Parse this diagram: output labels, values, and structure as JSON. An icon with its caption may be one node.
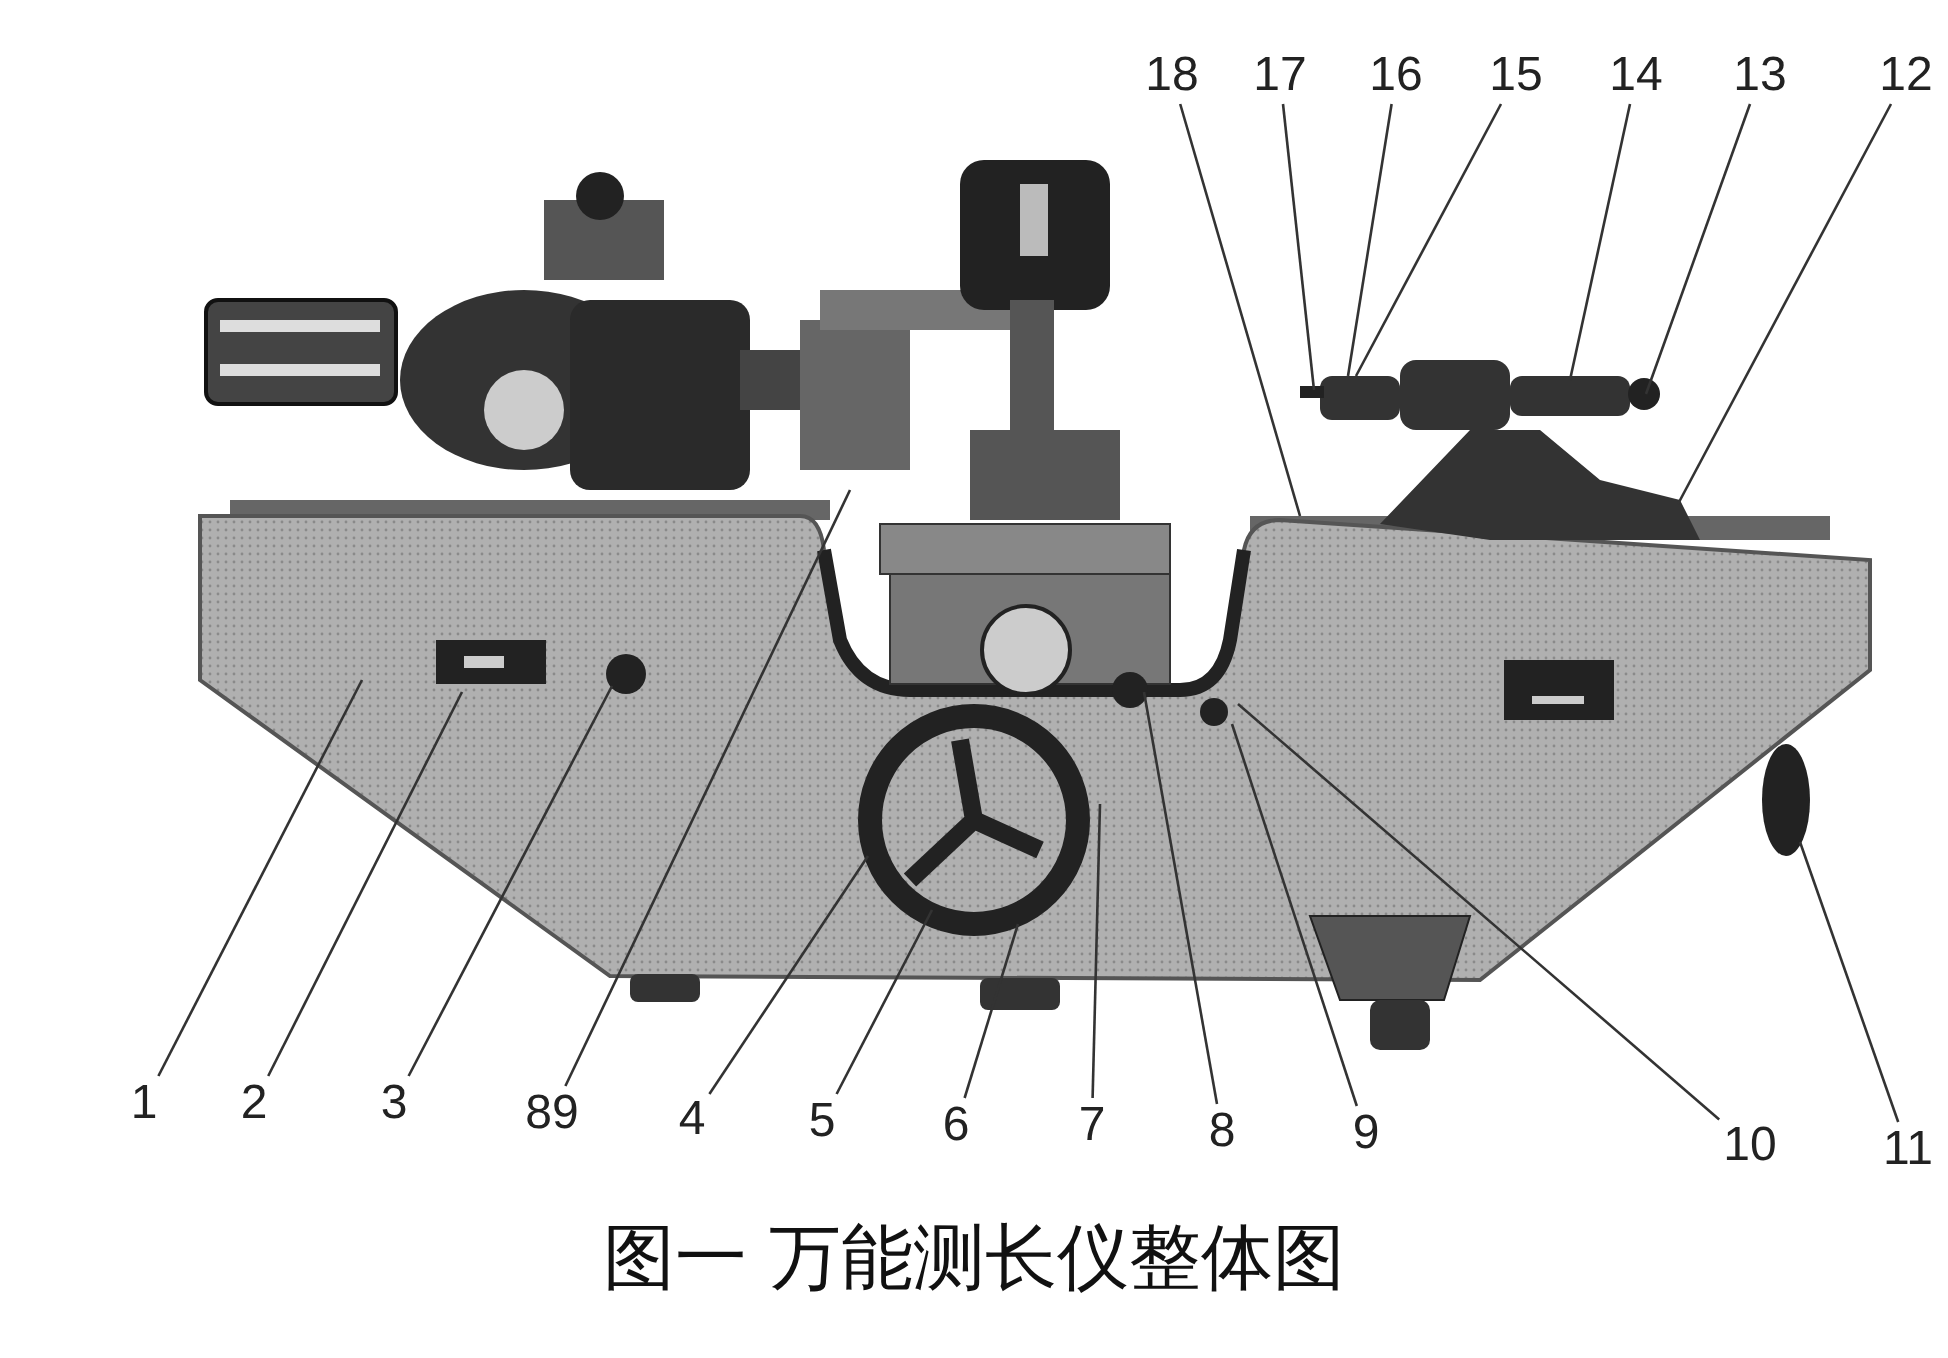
{
  "diagram": {
    "caption": "图一 万能测长仪整体图",
    "nodes": [
      {
        "text": [
          "18"
        ]
      },
      {
        "text": [
          "17"
        ]
      },
      {
        "text": [
          "16"
        ]
      },
      {
        "text": [
          "15"
        ]
      },
      {
        "text": [
          "14"
        ]
      },
      {
        "text": [
          "13"
        ]
      },
      {
        "text": [
          "12"
        ]
      },
      {
        "text": [
          "1"
        ]
      },
      {
        "text": [
          "2"
        ]
      },
      {
        "text": [
          "3"
        ]
      },
      {
        "text": [
          "89"
        ]
      },
      {
        "text": [
          "4"
        ]
      },
      {
        "text": [
          "5"
        ]
      },
      {
        "text": [
          "6"
        ]
      },
      {
        "text": [
          "7"
        ]
      },
      {
        "text": [
          "8"
        ]
      },
      {
        "text": [
          "9"
        ]
      },
      {
        "text": [
          "10"
        ]
      },
      {
        "text": [
          "11"
        ]
      }
    ],
    "edges": [
      {
        "from": 0,
        "to": null,
        "arrow": "none"
      },
      {
        "from": 1,
        "to": null,
        "arrow": "none"
      },
      {
        "from": 2,
        "to": null,
        "arrow": "none"
      },
      {
        "from": 3,
        "to": null,
        "arrow": "none"
      },
      {
        "from": 4,
        "to": null,
        "arrow": "none"
      },
      {
        "from": 5,
        "to": null,
        "arrow": "none"
      },
      {
        "from": 6,
        "to": null,
        "arrow": "none"
      },
      {
        "from": 7,
        "to": null,
        "arrow": "none"
      },
      {
        "from": 8,
        "to": null,
        "arrow": "none"
      },
      {
        "from": 9,
        "to": null,
        "arrow": "none"
      },
      {
        "from": 10,
        "to": null,
        "arrow": "none"
      },
      {
        "from": 11,
        "to": null,
        "arrow": "none"
      },
      {
        "from": 12,
        "to": null,
        "arrow": "none"
      },
      {
        "from": 13,
        "to": null,
        "arrow": "none"
      },
      {
        "from": 14,
        "to": null,
        "arrow": "none"
      },
      {
        "from": 15,
        "to": null,
        "arrow": "none"
      },
      {
        "from": 16,
        "to": null,
        "arrow": "none"
      },
      {
        "from": 17,
        "to": null,
        "arrow": "none"
      },
      {
        "from": 18,
        "to": null,
        "arrow": "none"
      }
    ]
  }
}
